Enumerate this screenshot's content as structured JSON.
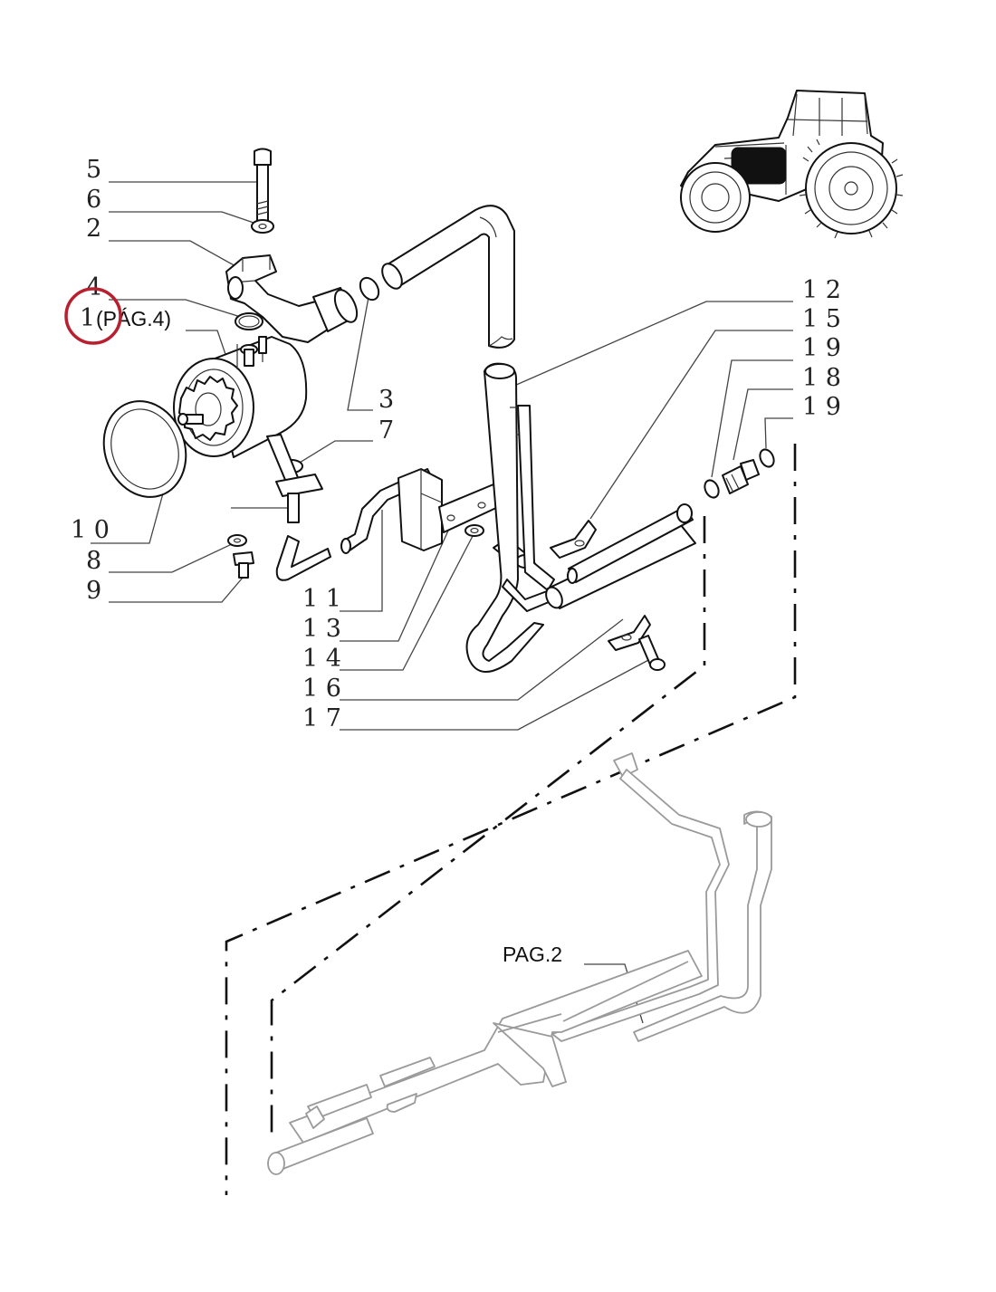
{
  "diagram": {
    "callouts": [
      {
        "id": "c5",
        "label": "5"
      },
      {
        "id": "c6",
        "label": "6"
      },
      {
        "id": "c2",
        "label": "2"
      },
      {
        "id": "c4",
        "label": "4"
      },
      {
        "id": "c1",
        "label": "1"
      },
      {
        "id": "c3",
        "label": "3"
      },
      {
        "id": "c7",
        "label": "7"
      },
      {
        "id": "c10",
        "label": "1 0"
      },
      {
        "id": "c8",
        "label": "8"
      },
      {
        "id": "c9",
        "label": "9"
      },
      {
        "id": "c11",
        "label": "1 1"
      },
      {
        "id": "c13",
        "label": "1 3"
      },
      {
        "id": "c14",
        "label": "1 4"
      },
      {
        "id": "c16",
        "label": "1 6"
      },
      {
        "id": "c17",
        "label": "1 7"
      },
      {
        "id": "c12",
        "label": "1 2"
      },
      {
        "id": "c15",
        "label": "1 5"
      },
      {
        "id": "c19a",
        "label": "1 9"
      },
      {
        "id": "c18",
        "label": "1 8"
      },
      {
        "id": "c19b",
        "label": "1 9"
      }
    ],
    "page_refs": {
      "ref_pag4": "(PÁG.4)",
      "ref_pag2": "PAG.2"
    },
    "highlight": {
      "color": "#b8202f"
    },
    "ink_color": "#111111",
    "ghost_color": "#9a9a9a"
  }
}
